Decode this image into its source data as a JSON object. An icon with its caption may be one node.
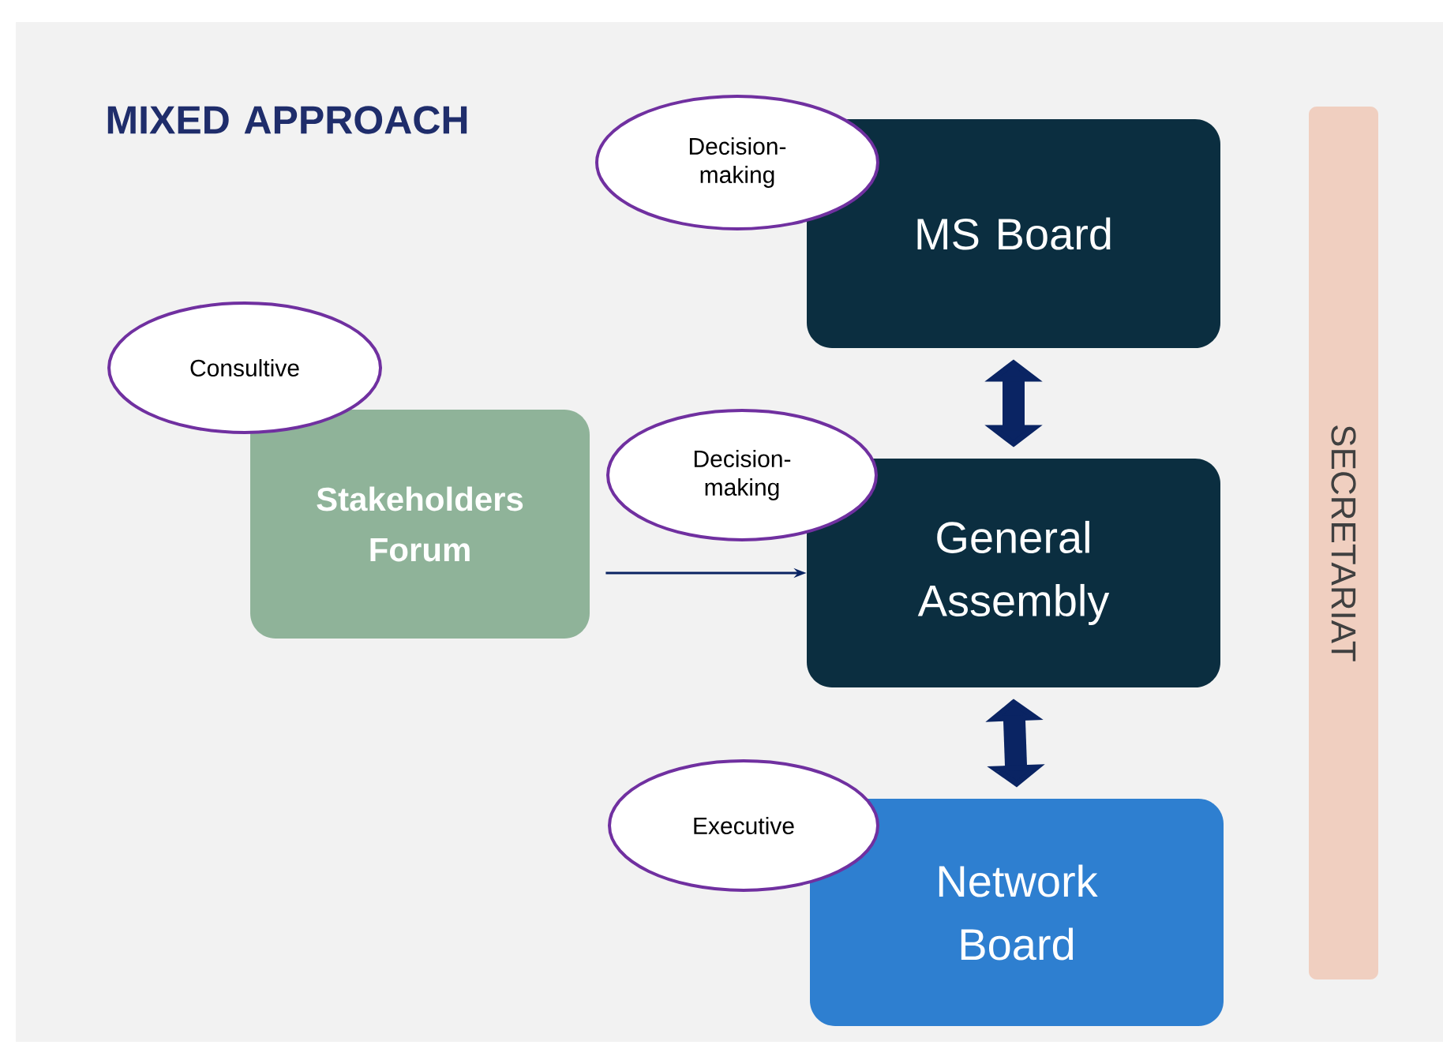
{
  "diagram": {
    "title": "MIXED APPROACH",
    "nodes": [
      {
        "text": [
          "Decision-making"
        ]
      },
      {
        "text": [
          "MS Board"
        ]
      },
      {
        "text": [
          "Consultive"
        ]
      },
      {
        "text": [
          "Stakeholders Forum"
        ]
      },
      {
        "text": [
          "Decision-making"
        ]
      },
      {
        "text": [
          "General Assembly"
        ]
      },
      {
        "text": [
          "Executive"
        ]
      },
      {
        "text": [
          "Network Board"
        ]
      },
      {
        "text": [
          "SECRETARIAT"
        ]
      }
    ],
    "edges": [
      {
        "from": 1,
        "to": 5,
        "arrow": "both"
      },
      {
        "from": 5,
        "to": 7,
        "arrow": "both"
      },
      {
        "from": 3,
        "to": 5,
        "arrow": "to"
      }
    ]
  }
}
